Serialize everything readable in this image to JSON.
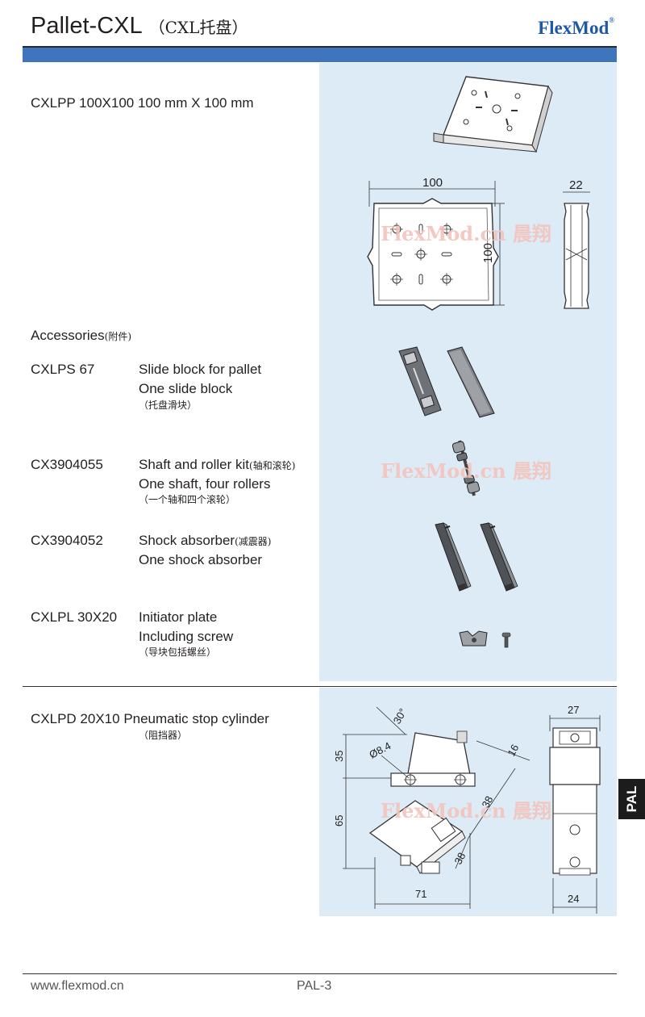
{
  "header": {
    "title": "Pallet-CXL",
    "title_cn": "（CXL托盘）",
    "brand": "FlexMod",
    "brand_mark": "®",
    "bar_color": "#3f75bd",
    "panel_color": "#dcebf5"
  },
  "pallet": {
    "description": "CXLPP 100X100  100 mm X 100 mm",
    "dims": {
      "width": "100",
      "height": "100",
      "thickness": "22"
    }
  },
  "accessories": {
    "heading": "Accessories",
    "heading_cn": "(附件)",
    "items": [
      {
        "code": "CXLPS 67",
        "line1": "Slide block for pallet",
        "line1_cn": "",
        "line2": "One slide block",
        "note_cn": "（托盘滑块）"
      },
      {
        "code": "CX3904055",
        "line1": "Shaft and roller kit",
        "line1_cn": "(轴和滚轮)",
        "line2": "One shaft, four rollers",
        "note_cn": "（一个轴和四个滚轮）"
      },
      {
        "code": "CX3904052",
        "line1": "Shock absorber",
        "line1_cn": "(减震器)",
        "line2": "One shock absorber",
        "note_cn": ""
      },
      {
        "code": "CXLPL 30X20",
        "line1": "Initiator plate",
        "line1_cn": "",
        "line2": "Including screw",
        "note_cn": "（导块包括螺丝）"
      }
    ]
  },
  "stop_cylinder": {
    "code": "CXLPD 20X10",
    "label": "Pneumatic stop cylinder",
    "note_cn": "（阻挡器）",
    "dims": {
      "angle": "30°",
      "hole": "Ø8.4",
      "h1": "35",
      "h2": "65",
      "d16": "16",
      "d38a": "38",
      "d38b": "38",
      "w71": "71",
      "w27": "27",
      "w24": "24"
    }
  },
  "watermark": "FlexMod.cn 晨翔",
  "footer": {
    "url": "www.flexmod.cn",
    "page": "PAL-3"
  },
  "side_tab": "PAL"
}
